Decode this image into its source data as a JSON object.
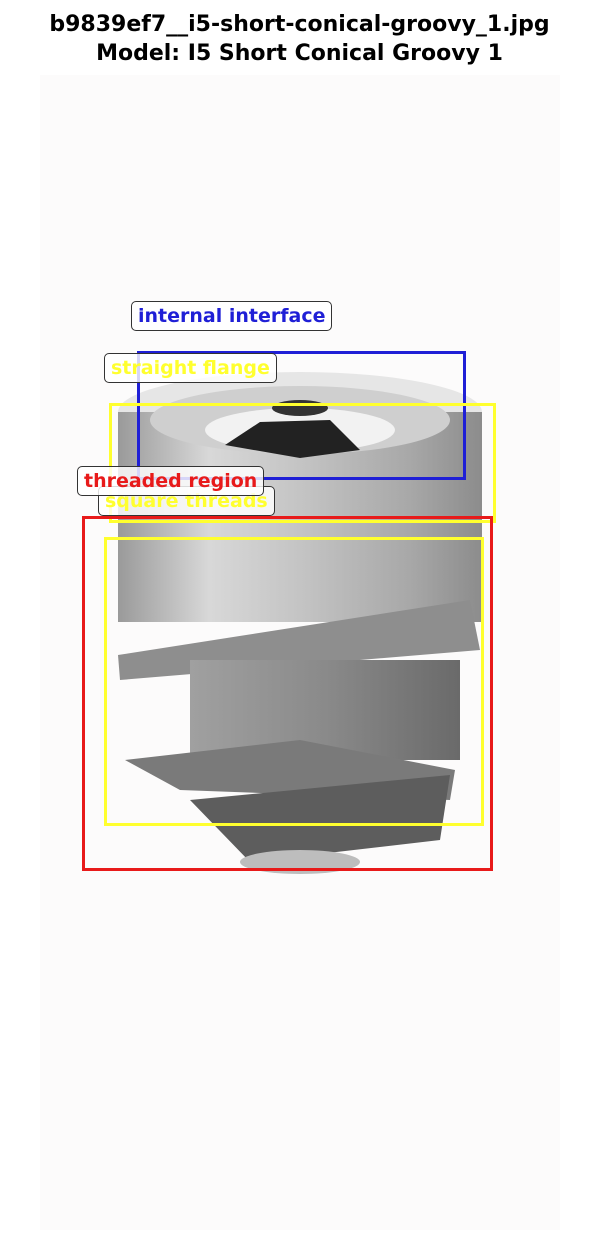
{
  "title": {
    "line1": "b9839ef7__i5-short-conical-groovy_1.jpg",
    "line2": "Model: I5 Short Conical Groovy 1"
  },
  "annotations": [
    {
      "key": "internal_interface",
      "label": "internal interface",
      "color": "#1f1fd6"
    },
    {
      "key": "straight_flange",
      "label": "straight flange",
      "color": "#ffff2e"
    },
    {
      "key": "threaded_region",
      "label": "threaded region",
      "color": "#e81a1a"
    },
    {
      "key": "square_threads",
      "label": "square threads",
      "color": "#ffff2e"
    }
  ]
}
